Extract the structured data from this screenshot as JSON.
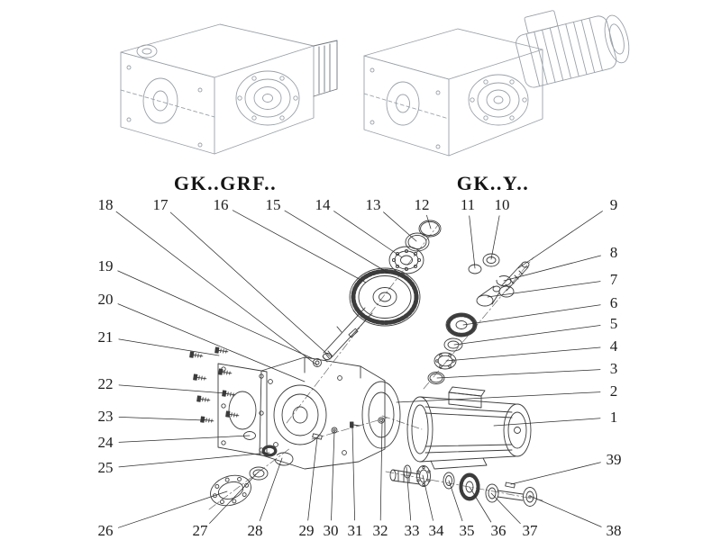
{
  "captions": {
    "left": "GK..GRF..",
    "right": "GK..Y.."
  },
  "exploded_view": {
    "callouts": [
      "18",
      "17",
      "16",
      "15",
      "14",
      "13",
      "12",
      "11",
      "10",
      "9",
      "19",
      "20",
      "21",
      "22",
      "23",
      "24",
      "25",
      "26",
      "8",
      "7",
      "6",
      "5",
      "4",
      "3",
      "2",
      "1",
      "39",
      "38",
      "27",
      "28",
      "29",
      "30",
      "31",
      "32",
      "33",
      "34",
      "35",
      "36",
      "37"
    ]
  }
}
